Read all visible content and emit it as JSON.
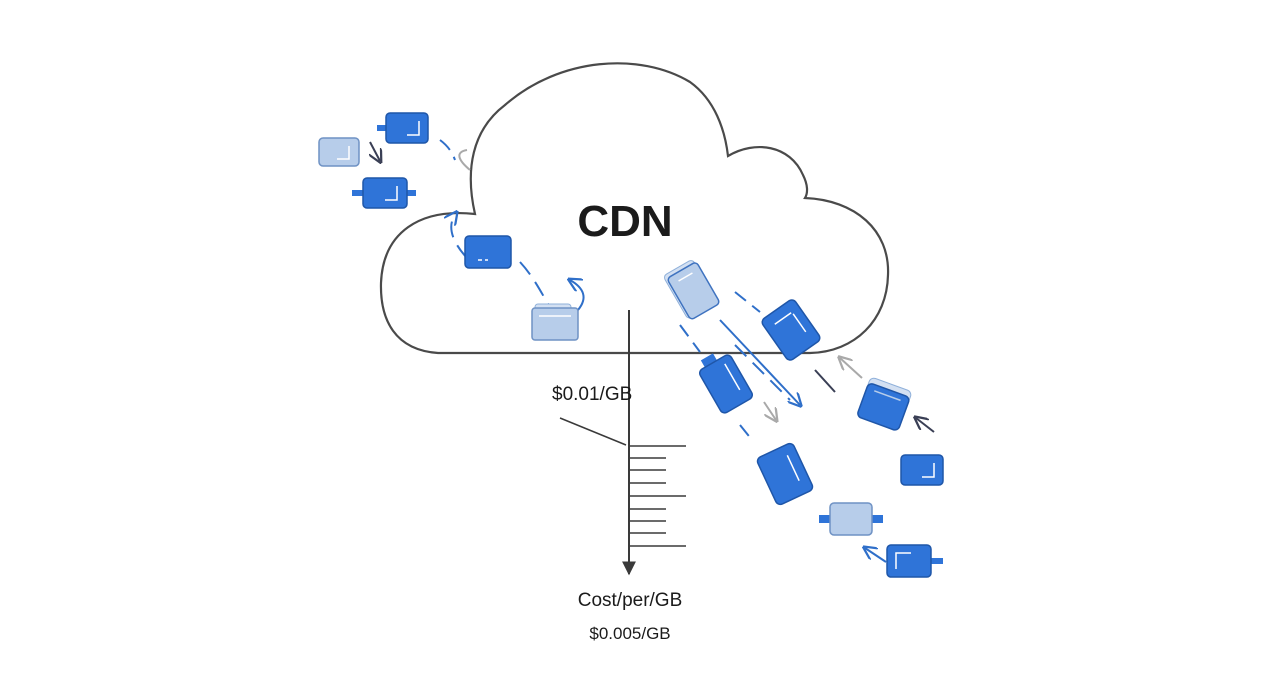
{
  "diagram": {
    "cloud_label": "CDN",
    "price_high": "$0.01/GB",
    "axis_label": "Cost/per/GB",
    "price_low": "$0.005/GB"
  },
  "colors": {
    "outline": "#4a4a4a",
    "file_dark": "#2f74d8",
    "file_light": "#b7cdea",
    "arrow_blue": "#2f6fc9",
    "arrow_gray": "#a9a9a9",
    "text": "#1b1b1b"
  },
  "icons": {
    "file": "file-icon",
    "arrow": "arrow-icon",
    "axis": "cost-axis"
  }
}
